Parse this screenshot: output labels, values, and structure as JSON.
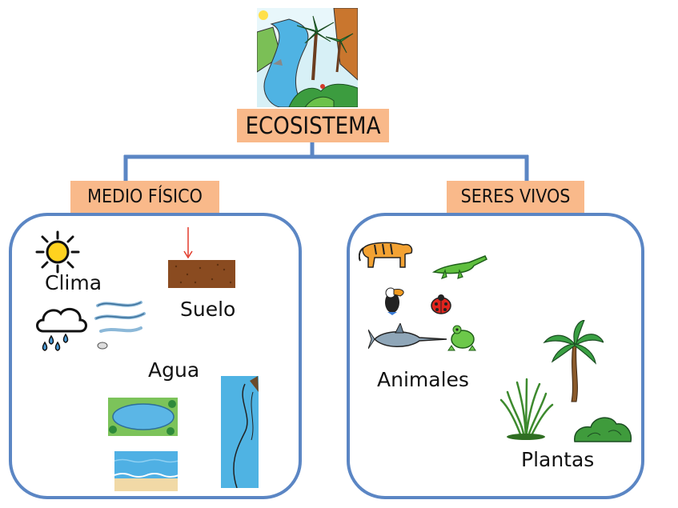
{
  "title": "ECOSISTEMA",
  "left": {
    "heading": "MEDIO FÍSICO",
    "clima": "Clima",
    "suelo": "Suelo",
    "agua": "Agua"
  },
  "right": {
    "heading": "SERES VIVOS",
    "animales": "Animales",
    "plantas": "Plantas"
  },
  "colors": {
    "label_bg": "#f9b98a",
    "connector": "#5b86c4"
  }
}
